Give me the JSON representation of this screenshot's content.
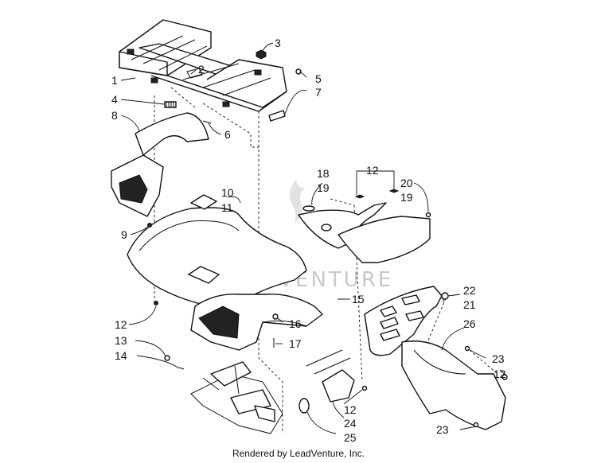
{
  "diagram": {
    "callouts": [
      "1",
      "2",
      "3",
      "4",
      "5",
      "6",
      "7",
      "8",
      "9",
      "10",
      "11",
      "12",
      "13",
      "14",
      "15",
      "16",
      "17",
      "18",
      "19",
      "20",
      "21",
      "22",
      "23",
      "24",
      "25",
      "26"
    ],
    "watermark": "LEADVENTURE",
    "footer": "Rendered by LeadVenture, Inc."
  }
}
